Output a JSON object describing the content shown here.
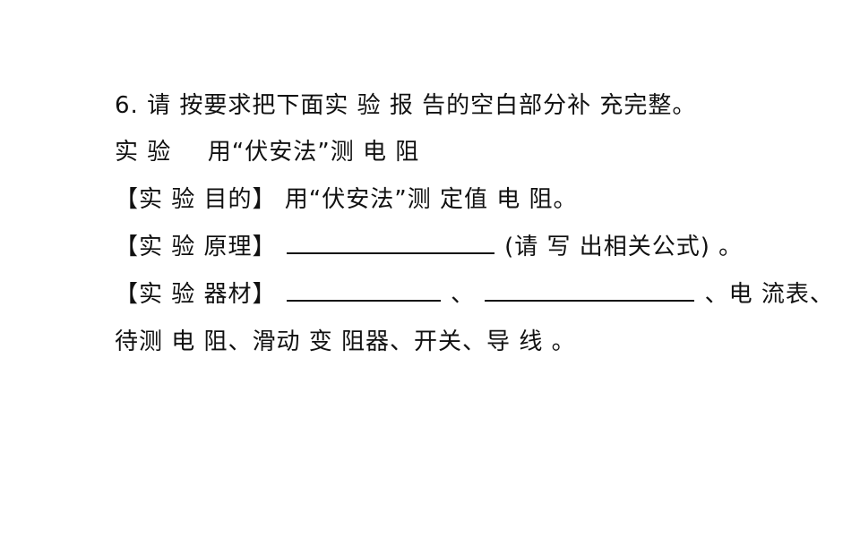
{
  "question": {
    "number": "6.",
    "prompt": "请 按要求把下面实 验 报 告的空白部分补 充完整。"
  },
  "experiment": {
    "label": "实 验",
    "title": "用“伏安法”测 电 阻"
  },
  "purpose": {
    "label": "【实 验 目的】",
    "text": "用“伏安法”测 定值 电 阻。"
  },
  "principle": {
    "label": "【实 验 原理】",
    "after_blank": "(请 写 出相关公式) 。"
  },
  "equipment": {
    "label": "【实 验 器材】",
    "separator1": "、",
    "after_blanks": "、电 流表、",
    "line2": "待测 电 阻、滑动 变 阻器、开关、导 线 。"
  }
}
